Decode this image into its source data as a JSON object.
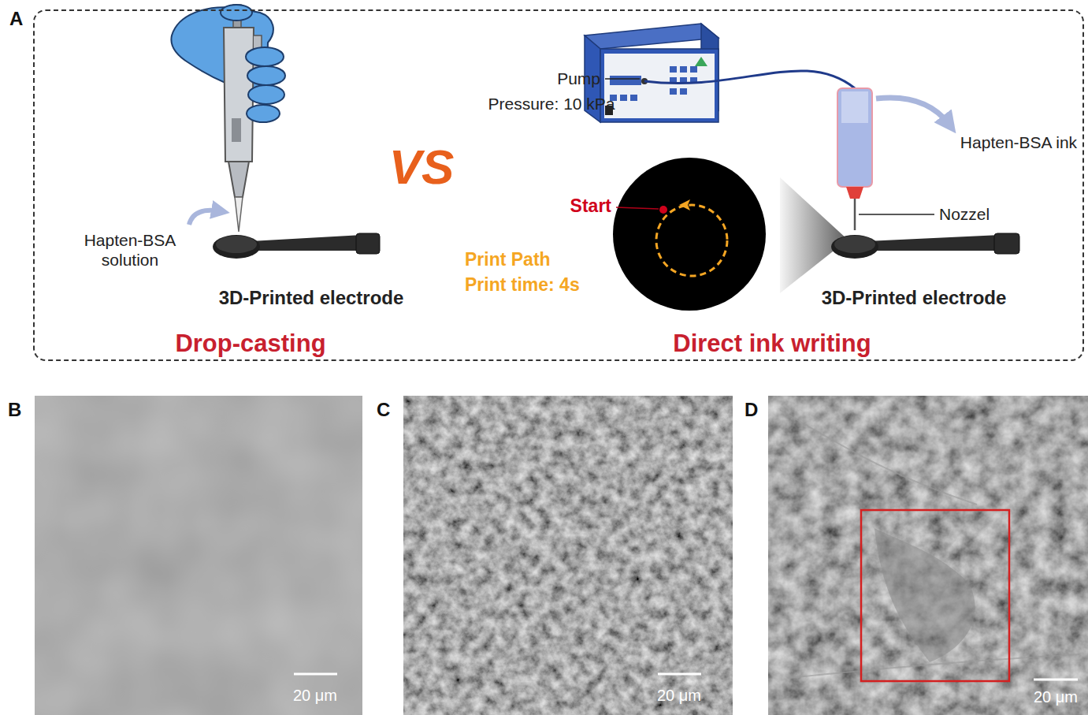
{
  "diagram": {
    "nodes": [
      {
        "text": [
          "A"
        ]
      },
      {
        "text": [
          "B",
          "20 μm"
        ]
      },
      {
        "text": [
          "C",
          "20 μm"
        ]
      },
      {
        "text": [
          "D",
          "20 μm"
        ]
      }
    ],
    "labels": [
      "VS",
      "Hapten-BSA solution",
      "3D-Printed electrode",
      "Drop-casting",
      "Pump",
      "Pressure: 10 kPa",
      "Hapten-BSA ink",
      "Start",
      "Print Path",
      "Print time: 4s",
      "Nozzel",
      "3D-Printed electrode",
      "Direct ink writing"
    ]
  }
}
